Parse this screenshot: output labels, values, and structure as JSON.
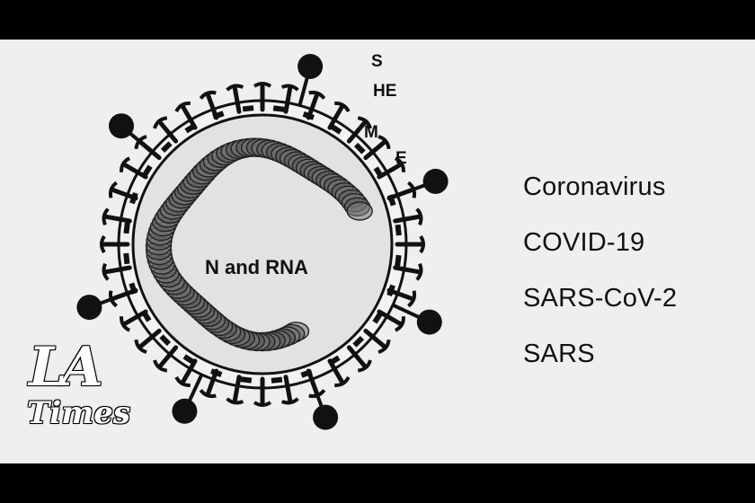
{
  "diagram": {
    "protein_labels": [
      "S",
      "HE",
      "M",
      "E"
    ],
    "core_label": "N and RNA"
  },
  "terms": [
    "Coronavirus",
    "COVID-19",
    "SARS-CoV-2",
    "SARS"
  ],
  "logo": {
    "line1": "LA",
    "line2": "Times"
  },
  "colors": {
    "background": "#efefef",
    "letterbox": "#000000",
    "ink": "#111111"
  }
}
